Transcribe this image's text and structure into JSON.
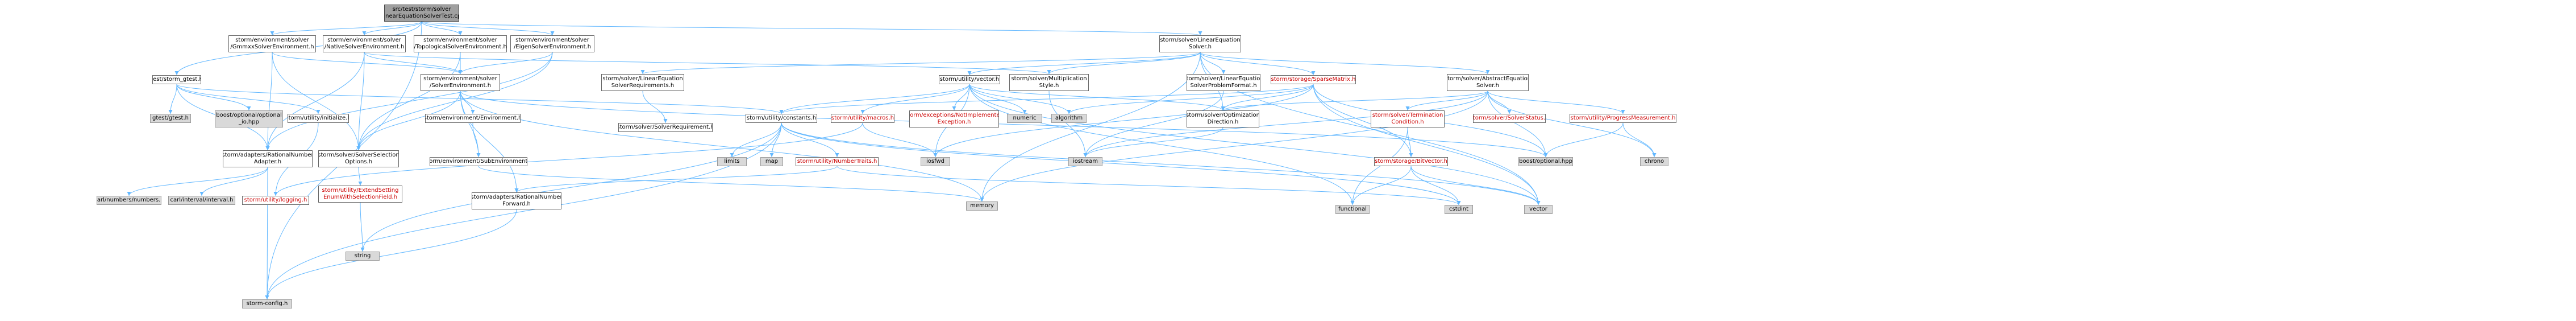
{
  "nodes": [
    {
      "id": "root",
      "label": "src/test/storm/solver\n/LinearEquationSolverTest.cpp",
      "kind": "root"
    },
    {
      "id": "test_gtest",
      "label": "test/storm_gtest.h",
      "kind": "local"
    },
    {
      "id": "gmmxx_env",
      "label": "storm/environment/solver\n/GmmxxSolverEnvironment.h",
      "kind": "local"
    },
    {
      "id": "native_env",
      "label": "storm/environment/solver\n/NativeSolverEnvironment.h",
      "kind": "local"
    },
    {
      "id": "topo_env",
      "label": "storm/environment/solver\n/TopologicalSolverEnvironment.h",
      "kind": "local"
    },
    {
      "id": "eigen_env",
      "label": "storm/environment/solver\n/EigenSolverEnvironment.h",
      "kind": "local"
    },
    {
      "id": "lin_eq_solver",
      "label": "storm/solver/LinearEquation\nSolver.h",
      "kind": "local"
    },
    {
      "id": "gtest",
      "label": "gtest/gtest.h",
      "kind": "ext"
    },
    {
      "id": "boost_opt_io",
      "label": "boost/optional/optional\n_io.hpp",
      "kind": "ext"
    },
    {
      "id": "util_init",
      "label": "storm/utility/initialize.h",
      "kind": "local"
    },
    {
      "id": "rational_adapter",
      "label": "storm/adapters/RationalNumber\nAdapter.h",
      "kind": "local"
    },
    {
      "id": "solver_env",
      "label": "storm/environment/solver\n/SolverEnvironment.h",
      "kind": "local"
    },
    {
      "id": "solver_sel_opts",
      "label": "storm/solver/SolverSelection\nOptions.h",
      "kind": "local"
    },
    {
      "id": "lin_eq_req",
      "label": "storm/solver/LinearEquation\nSolverRequirements.h",
      "kind": "local"
    },
    {
      "id": "util_vector",
      "label": "storm/utility/vector.h",
      "kind": "local"
    },
    {
      "id": "mult_style",
      "label": "storm/solver/Multiplication\nStyle.h",
      "kind": "local"
    },
    {
      "id": "lin_eq_problem",
      "label": "storm/solver/LinearEquation\nSolverProblemFormat.h",
      "kind": "local"
    },
    {
      "id": "sparse_matrix",
      "label": "storm/storage/SparseMatrix.h",
      "kind": "red"
    },
    {
      "id": "abstract_eq_solver",
      "label": "storm/solver/AbstractEquation\nSolver.h",
      "kind": "local"
    },
    {
      "id": "numbers",
      "label": "carl/numbers/numbers.h",
      "kind": "ext"
    },
    {
      "id": "interval",
      "label": "carl/interval/interval.h",
      "kind": "ext"
    },
    {
      "id": "storm_config",
      "label": "storm-config.h",
      "kind": "ext"
    },
    {
      "id": "logging",
      "label": "storm/utility/logging.h",
      "kind": "red"
    },
    {
      "id": "environment",
      "label": "storm/environment/Environment.h",
      "kind": "local"
    },
    {
      "id": "sub_env",
      "label": "storm/environment/SubEnvironment.h",
      "kind": "local"
    },
    {
      "id": "ext_setting",
      "label": "storm/utility/ExtendSetting\nEnumWithSelectionField.h",
      "kind": "red"
    },
    {
      "id": "string",
      "label": "string",
      "kind": "ext"
    },
    {
      "id": "solver_req",
      "label": "storm/solver/SolverRequirement.h",
      "kind": "local"
    },
    {
      "id": "constants",
      "label": "storm/utility/constants.h",
      "kind": "local"
    },
    {
      "id": "macros",
      "label": "storm/utility/macros.h",
      "kind": "red"
    },
    {
      "id": "not_impl",
      "label": "storm/exceptions/NotImplemented\nException.h",
      "kind": "red"
    },
    {
      "id": "numeric",
      "label": "numeric",
      "kind": "ext"
    },
    {
      "id": "algorithm",
      "label": "algorithm",
      "kind": "ext"
    },
    {
      "id": "opt_dir",
      "label": "storm/solver/Optimization\nDirection.h",
      "kind": "local"
    },
    {
      "id": "term_cond",
      "label": "storm/solver/Termination\nCondition.h",
      "kind": "red"
    },
    {
      "id": "solver_status",
      "label": "storm/solver/SolverStatus.h",
      "kind": "red"
    },
    {
      "id": "progress",
      "label": "storm/utility/ProgressMeasurement.h",
      "kind": "red"
    },
    {
      "id": "limits",
      "label": "limits",
      "kind": "ext"
    },
    {
      "id": "map",
      "label": "map",
      "kind": "ext"
    },
    {
      "id": "number_traits",
      "label": "storm/utility/NumberTraits.h",
      "kind": "red"
    },
    {
      "id": "iosfwd",
      "label": "iosfwd",
      "kind": "ext"
    },
    {
      "id": "iostream",
      "label": "iostream",
      "kind": "ext"
    },
    {
      "id": "bitvector",
      "label": "storm/storage/BitVector.h",
      "kind": "red"
    },
    {
      "id": "boost_opt",
      "label": "boost/optional.hpp",
      "kind": "ext"
    },
    {
      "id": "chrono",
      "label": "chrono",
      "kind": "ext"
    },
    {
      "id": "memory",
      "label": "memory",
      "kind": "ext"
    },
    {
      "id": "rational_fwd",
      "label": "storm/adapters/RationalNumber\nForward.h",
      "kind": "local"
    },
    {
      "id": "functional",
      "label": "functional",
      "kind": "ext"
    },
    {
      "id": "cstdint",
      "label": "cstdint",
      "kind": "ext"
    },
    {
      "id": "vector",
      "label": "vector",
      "kind": "ext"
    }
  ],
  "edges": [
    [
      "root",
      "test_gtest"
    ],
    [
      "root",
      "gmmxx_env"
    ],
    [
      "root",
      "native_env"
    ],
    [
      "root",
      "topo_env"
    ],
    [
      "root",
      "eigen_env"
    ],
    [
      "root",
      "lin_eq_solver"
    ],
    [
      "root",
      "storm_config"
    ],
    [
      "test_gtest",
      "gtest"
    ],
    [
      "test_gtest",
      "boost_opt_io"
    ],
    [
      "test_gtest",
      "util_init"
    ],
    [
      "test_gtest",
      "rational_adapter"
    ],
    [
      "test_gtest",
      "constants"
    ],
    [
      "gmmxx_env",
      "solver_env"
    ],
    [
      "gmmxx_env",
      "solver_sel_opts"
    ],
    [
      "gmmxx_env",
      "rational_adapter"
    ],
    [
      "native_env",
      "solver_env"
    ],
    [
      "native_env",
      "solver_sel_opts"
    ],
    [
      "native_env",
      "rational_adapter"
    ],
    [
      "native_env",
      "mult_style"
    ],
    [
      "topo_env",
      "solver_env"
    ],
    [
      "topo_env",
      "solver_sel_opts"
    ],
    [
      "eigen_env",
      "solver_env"
    ],
    [
      "eigen_env",
      "solver_sel_opts"
    ],
    [
      "eigen_env",
      "rational_adapter"
    ],
    [
      "lin_eq_solver",
      "lin_eq_req"
    ],
    [
      "lin_eq_solver",
      "util_vector"
    ],
    [
      "lin_eq_solver",
      "mult_style"
    ],
    [
      "lin_eq_solver",
      "lin_eq_problem"
    ],
    [
      "lin_eq_solver",
      "sparse_matrix"
    ],
    [
      "lin_eq_solver",
      "abstract_eq_solver"
    ],
    [
      "lin_eq_solver",
      "memory"
    ],
    [
      "lin_eq_solver",
      "vector"
    ],
    [
      "lin_eq_solver",
      "opt_dir"
    ],
    [
      "rational_adapter",
      "numbers"
    ],
    [
      "rational_adapter",
      "interval"
    ],
    [
      "rational_adapter",
      "storm_config"
    ],
    [
      "solver_env",
      "environment"
    ],
    [
      "solver_env",
      "sub_env"
    ],
    [
      "solver_env",
      "solver_sel_opts"
    ],
    [
      "solver_env",
      "memory"
    ],
    [
      "solver_env",
      "boost_opt"
    ],
    [
      "solver_env",
      "rational_fwd"
    ],
    [
      "solver_sel_opts",
      "ext_setting"
    ],
    [
      "ext_setting",
      "string"
    ],
    [
      "environment",
      "sub_env"
    ],
    [
      "sub_env",
      "memory"
    ],
    [
      "util_init",
      "logging"
    ],
    [
      "lin_eq_req",
      "solver_req"
    ],
    [
      "util_vector",
      "constants"
    ],
    [
      "util_vector",
      "macros"
    ],
    [
      "util_vector",
      "not_impl"
    ],
    [
      "util_vector",
      "numeric"
    ],
    [
      "util_vector",
      "algorithm"
    ],
    [
      "util_vector",
      "iosfwd"
    ],
    [
      "util_vector",
      "functional"
    ],
    [
      "util_vector",
      "vector"
    ],
    [
      "util_vector",
      "opt_dir"
    ],
    [
      "sparse_matrix",
      "algorithm"
    ],
    [
      "sparse_matrix",
      "bitvector"
    ],
    [
      "sparse_matrix",
      "constants"
    ],
    [
      "sparse_matrix",
      "opt_dir"
    ],
    [
      "sparse_matrix",
      "iosfwd"
    ],
    [
      "sparse_matrix",
      "boost_opt"
    ],
    [
      "sparse_matrix",
      "vector"
    ],
    [
      "abstract_eq_solver",
      "term_cond"
    ],
    [
      "abstract_eq_solver",
      "solver_status"
    ],
    [
      "abstract_eq_solver",
      "progress"
    ],
    [
      "abstract_eq_solver",
      "opt_dir"
    ],
    [
      "abstract_eq_solver",
      "memory"
    ],
    [
      "abstract_eq_solver",
      "boost_opt"
    ],
    [
      "abstract_eq_solver",
      "chrono"
    ],
    [
      "abstract_eq_solver",
      "iostream"
    ],
    [
      "constants",
      "limits"
    ],
    [
      "constants",
      "map"
    ],
    [
      "constants",
      "number_traits"
    ],
    [
      "constants",
      "cstdint"
    ],
    [
      "constants",
      "vector"
    ],
    [
      "constants",
      "string"
    ],
    [
      "constants",
      "storm_config"
    ],
    [
      "macros",
      "iosfwd"
    ],
    [
      "macros",
      "logging"
    ],
    [
      "number_traits",
      "rational_fwd"
    ],
    [
      "number_traits",
      "cstdint"
    ],
    [
      "rational_fwd",
      "storm_config"
    ],
    [
      "term_cond",
      "bitvector"
    ],
    [
      "term_cond",
      "functional"
    ],
    [
      "bitvector",
      "cstdint"
    ],
    [
      "bitvector",
      "vector"
    ],
    [
      "bitvector",
      "functional"
    ],
    [
      "opt_dir",
      "iostream"
    ],
    [
      "progress",
      "boost_opt"
    ],
    [
      "progress",
      "chrono"
    ],
    [
      "lin_eq_problem",
      "iostream"
    ],
    [
      "mult_style",
      "iostream"
    ]
  ]
}
